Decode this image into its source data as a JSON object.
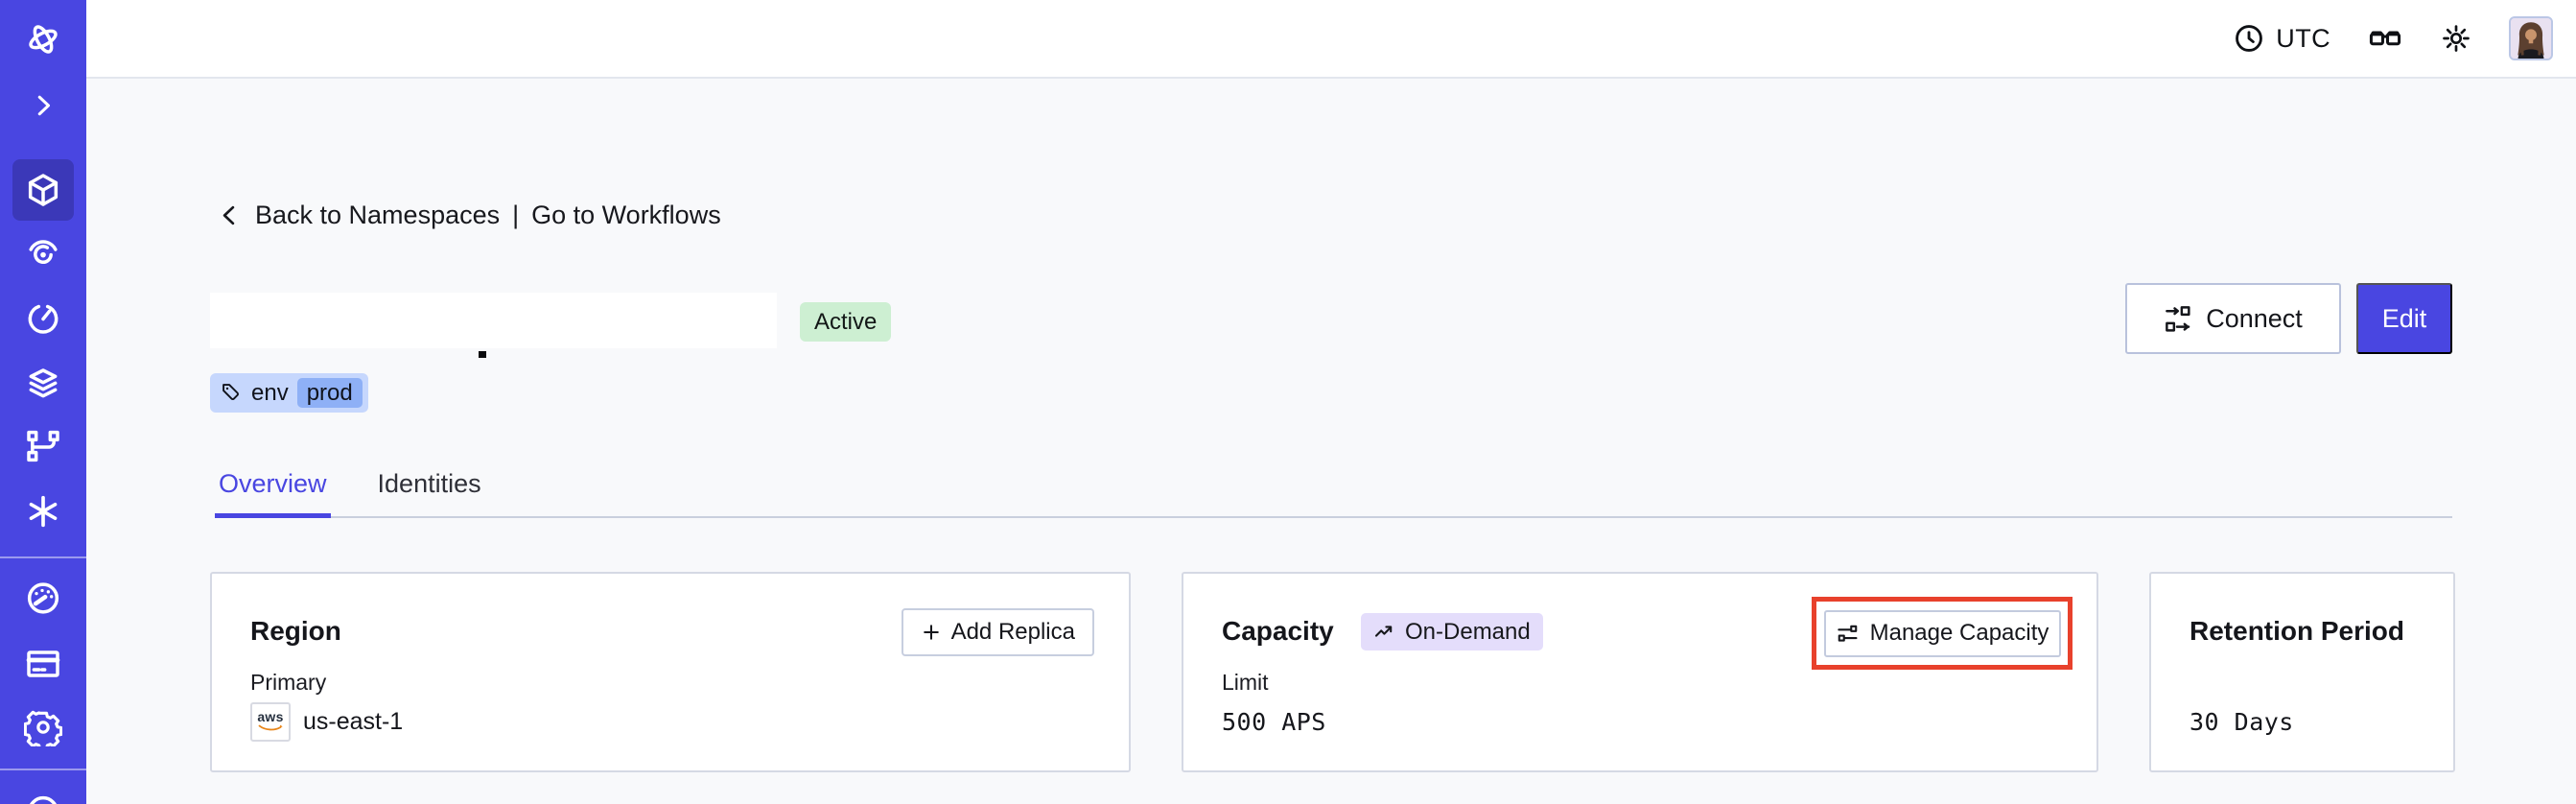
{
  "topbar": {
    "timezone": "UTC"
  },
  "breadcrumb": {
    "back_label": "Back to Namespaces",
    "separator": "|",
    "workflows_label": "Go to Workflows"
  },
  "namespace": {
    "status_badge": "Active",
    "tag_key": "env",
    "tag_value": "prod",
    "connect_label": "Connect",
    "edit_label": "Edit"
  },
  "tabs": {
    "overview": "Overview",
    "identities": "Identities"
  },
  "cards": {
    "region": {
      "title": "Region",
      "add_replica_label": "Add Replica",
      "field_label": "Primary",
      "provider": "aws",
      "value": "us-east-1"
    },
    "capacity": {
      "title": "Capacity",
      "badge": "On-Demand",
      "manage_label": "Manage Capacity",
      "field_label": "Limit",
      "value": "500 APS"
    },
    "retention": {
      "title": "Retention Period",
      "value": "30 Days"
    }
  },
  "icons": {
    "sidebar": [
      "temporal-logo-icon",
      "chevron-right-icon",
      "cube-icon",
      "spiral-icon",
      "timer-icon",
      "layers-icon",
      "branch-icon",
      "asterisk-icon",
      "gauge-icon",
      "credit-card-icon",
      "gear-icon",
      "circle-icon"
    ],
    "topbar": [
      "clock-icon",
      "glasses-icon",
      "sun-icon",
      "avatar"
    ],
    "buttons": [
      "connect-icon",
      "plus-icon",
      "trending-up-icon",
      "sliders-icon",
      "tag-icon",
      "back-chevron-icon"
    ]
  },
  "colors": {
    "sidebar": "#4946E1",
    "sidebar_active": "#3B38B8",
    "accent": "#4946E1",
    "highlight": "#E8412C",
    "active_badge_bg": "#CDEFD2",
    "tag_bg": "#C6D7FD",
    "tag_chip_bg": "#8EB0F6",
    "ondemand_bg": "#E4DDFB"
  }
}
